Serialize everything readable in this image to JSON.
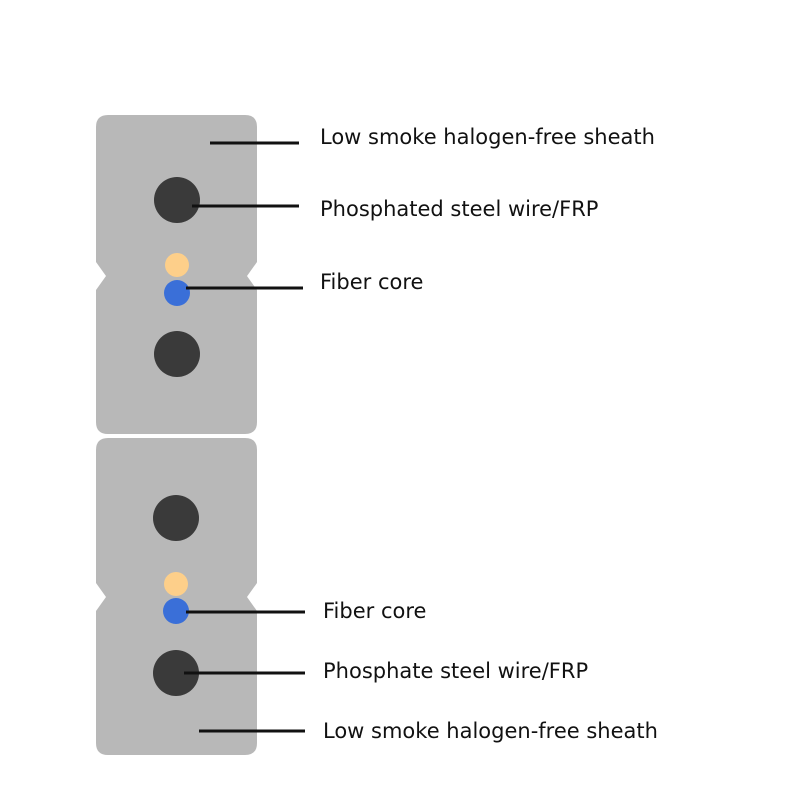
{
  "labels": {
    "top_sheath": "Low smoke halogen-free sheath",
    "top_wire": "Phosphated steel wire/FRP",
    "top_fiber": "Fiber core",
    "bottom_fiber": "Fiber core",
    "bottom_wire": "Phosphate steel wire/FRP",
    "bottom_sheath": "Low smoke halogen-free sheath"
  },
  "colors": {
    "sheath": "#b8b8b8",
    "wire": "#3a3a3a",
    "fiber_yellow": "#fdcf8a",
    "fiber_blue": "#3a6fd8",
    "leader": "#111111"
  }
}
